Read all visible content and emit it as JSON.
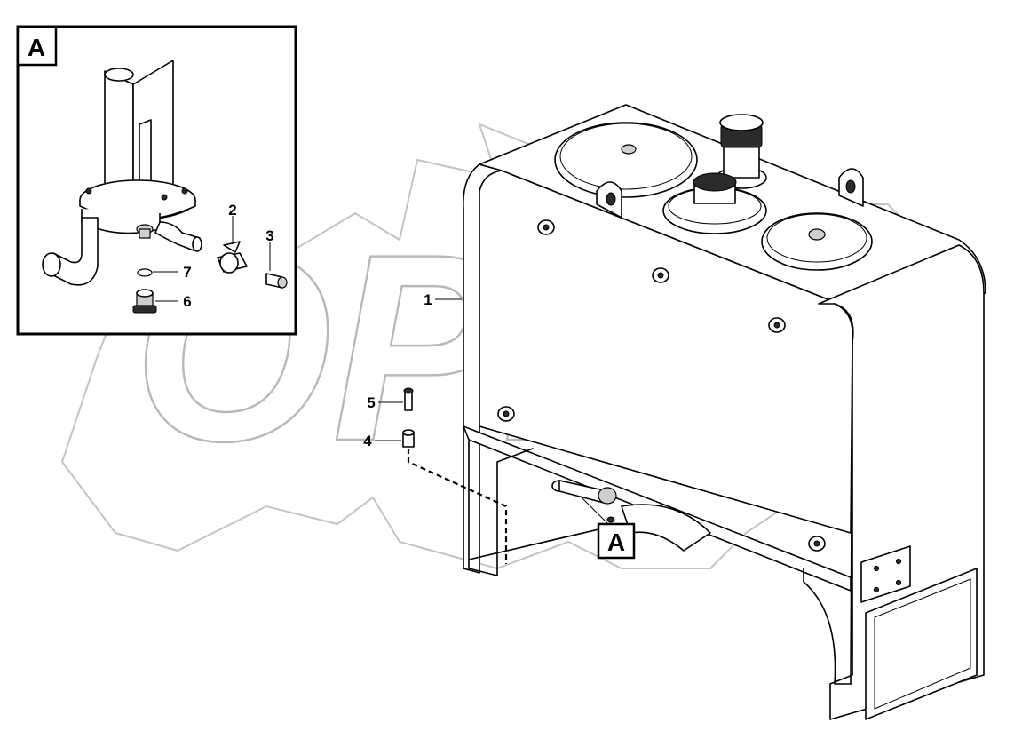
{
  "watermark": {
    "text": "OPEX"
  },
  "detail_view": {
    "label": "A"
  },
  "callout": {
    "label": "A"
  },
  "parts": [
    {
      "number": "1"
    },
    {
      "number": "2"
    },
    {
      "number": "3"
    },
    {
      "number": "4"
    },
    {
      "number": "5"
    },
    {
      "number": "6"
    },
    {
      "number": "7"
    }
  ]
}
